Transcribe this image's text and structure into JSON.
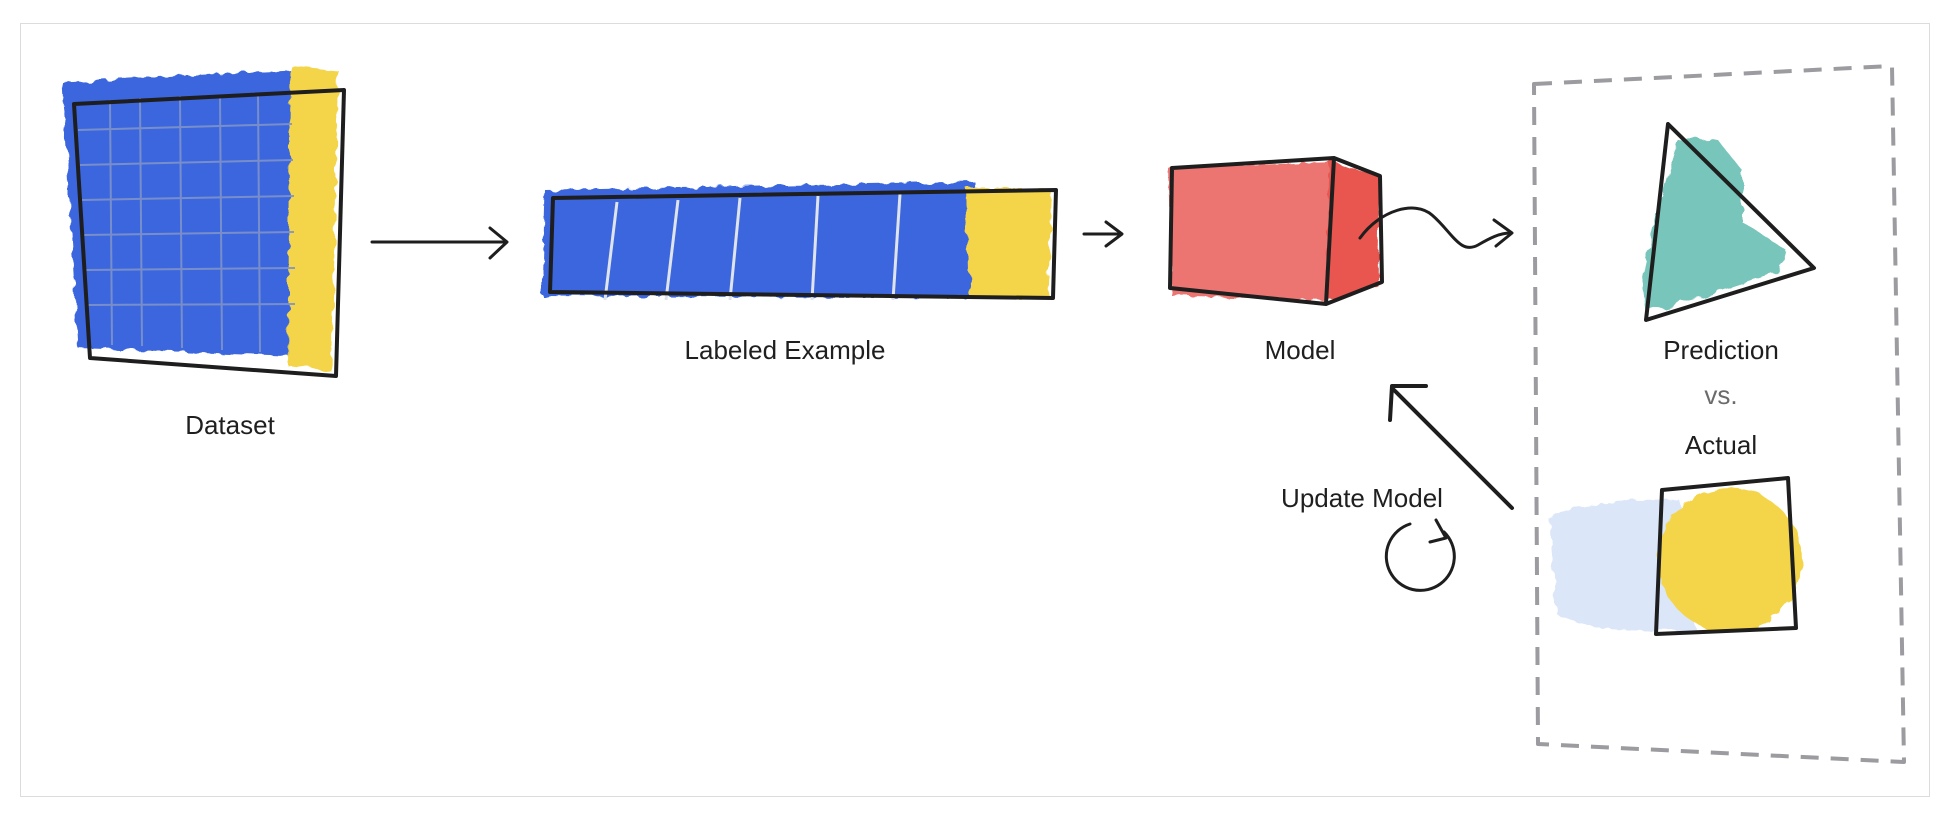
{
  "labels": {
    "dataset": "Dataset",
    "labeled_example": "Labeled Example",
    "model": "Model",
    "prediction": "Prediction",
    "versus": "vs.",
    "actual": "Actual",
    "update_model": "Update Model"
  },
  "colors": {
    "dataset_blue": "#3a66de",
    "label_yellow": "#f4d54a",
    "model_red": "#ec7572",
    "model_red_dark": "#e8574f",
    "prediction_teal": "#78c5bb",
    "actual_ghost": "#dbe6f8",
    "stroke": "#1e1e1e",
    "dashed_border": "#9b9ba0"
  },
  "icons": [
    "arrow-right-icon",
    "squiggle-arrow-icon",
    "arrow-up-left-icon",
    "refresh-cycle-icon"
  ]
}
